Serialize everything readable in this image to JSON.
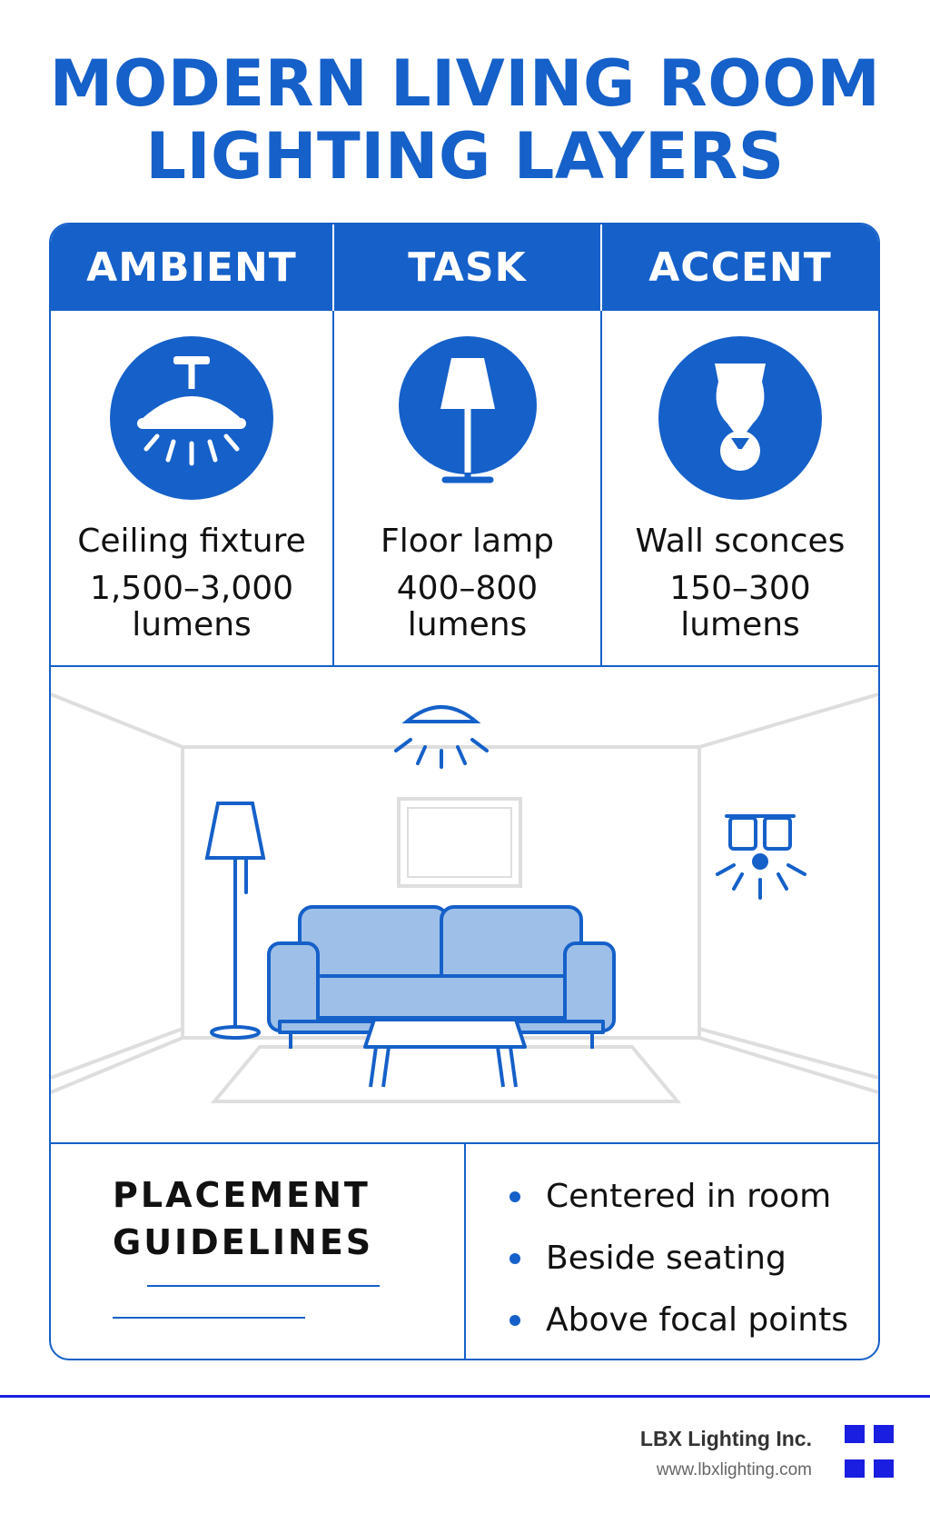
{
  "title": {
    "line1": "MODERN LIVING ROOM",
    "line2": "LIGHTING LAYERS"
  },
  "colors": {
    "accent": "#1560c9",
    "sofa_fill": "#9ec0e8",
    "footer_accent": "#1a1ee0"
  },
  "layers": [
    {
      "header": "AMBIENT",
      "icon": "ceiling-fixture-icon",
      "fixture": "Ceiling fixture",
      "lumens_value": "1,500–3,000",
      "lumens_unit": "lumens"
    },
    {
      "header": "TASK",
      "icon": "floor-lamp-icon",
      "fixture": "Floor lamp",
      "lumens_value": "400–800",
      "lumens_unit": "lumens"
    },
    {
      "header": "ACCENT",
      "icon": "wall-sconce-icon",
      "fixture": "Wall sconces",
      "lumens_value": "150–300",
      "lumens_unit": "lumens"
    }
  ],
  "placement": {
    "title_line1": "PLACEMENT",
    "title_line2": "GUIDELINES",
    "items": [
      "Centered in room",
      "Beside seating",
      "Above focal points"
    ]
  },
  "footer": {
    "company": "LBX Lighting Inc.",
    "url": "www.lbxlighting.com"
  }
}
